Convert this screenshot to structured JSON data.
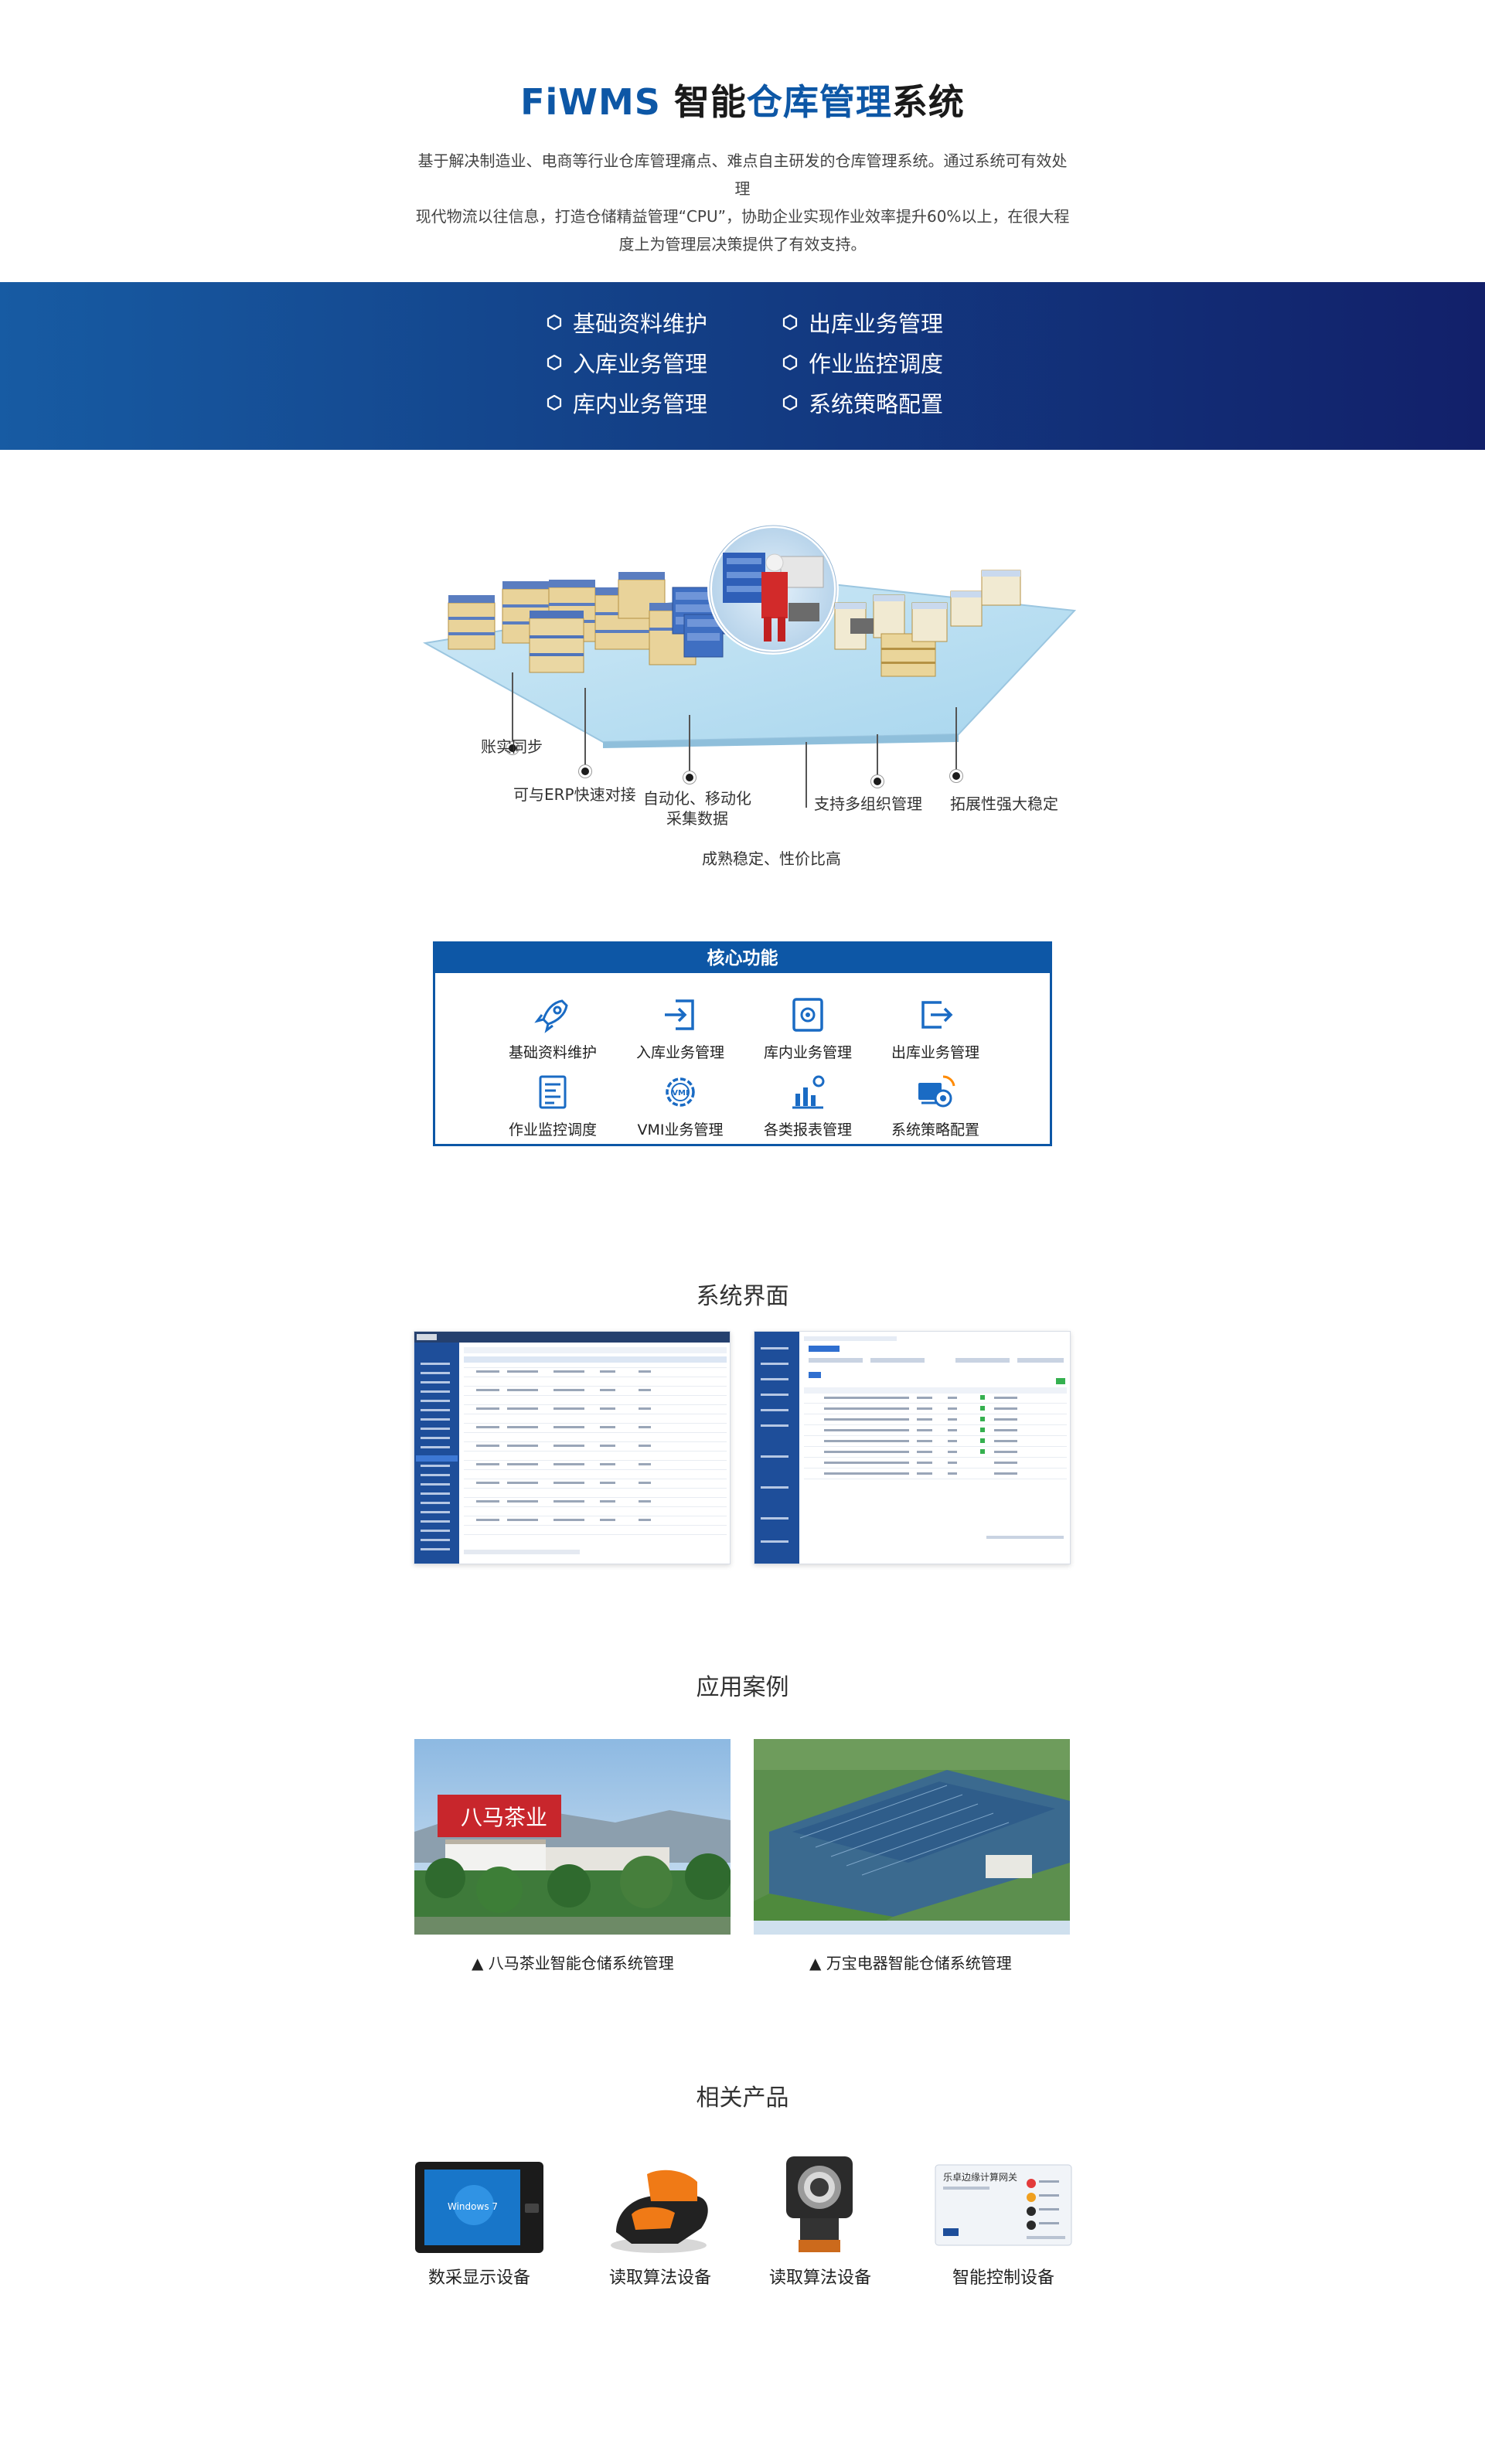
{
  "hero": {
    "brand": "FiWMS",
    "title_a": " 智能",
    "title_hl": "仓库管理",
    "title_b": "系统",
    "desc_line1": "基于解决制造业、电商等行业仓库管理痛点、难点自主研发的仓库管理系统。通过系统可有效处理",
    "desc_line2": "现代物流以往信息，打造仓储精益管理“CPU”，协助企业实现作业效率提升60%以上，在很大程",
    "desc_line3": "度上为管理层决策提供了有效支持。"
  },
  "band": {
    "left": [
      "基础资料维护",
      "入库业务管理",
      "库内业务管理"
    ],
    "right": [
      "出库业务管理",
      "作业监控调度",
      "系统策略配置"
    ]
  },
  "features": {
    "c1": "账实同步",
    "c2": "可与ERP快速对接",
    "c3a": "自动化、移动化",
    "c3b": "采集数据",
    "c4": "成熟稳定、性价比高",
    "c5": "支持多组织管理",
    "c6": "拓展性强大稳定"
  },
  "core": {
    "title": "核心功能",
    "items": [
      {
        "label": "基础资料维护",
        "icon": "rocket-icon"
      },
      {
        "label": "入库业务管理",
        "icon": "inbound-icon"
      },
      {
        "label": "库内业务管理",
        "icon": "warehouse-icon"
      },
      {
        "label": "出库业务管理",
        "icon": "outbound-icon"
      },
      {
        "label": "作业监控调度",
        "icon": "monitor-icon"
      },
      {
        "label": "VMI业务管理",
        "icon": "vmi-gear-icon"
      },
      {
        "label": "各类报表管理",
        "icon": "report-chart-icon"
      },
      {
        "label": "系统策略配置",
        "icon": "strategy-config-icon"
      }
    ]
  },
  "sections": {
    "ui": "系统界面",
    "cases": "应用案例",
    "products": "相关产品"
  },
  "cases": {
    "c1": "▲ 八马茶业智能仓储系统管理",
    "c2": "▲ 万宝电器智能仓储系统管理",
    "sign": "八马茶业"
  },
  "products": [
    "数采显示设备",
    "读取算法设备",
    "读取算法设备",
    "智能控制设备"
  ],
  "product_text": {
    "windows": "Windows 7",
    "controller_title": "乐卓边缘计算网关"
  },
  "colors": {
    "brand": "#0d57a6",
    "band_start": "#175ba3",
    "band_end": "#12206a"
  }
}
